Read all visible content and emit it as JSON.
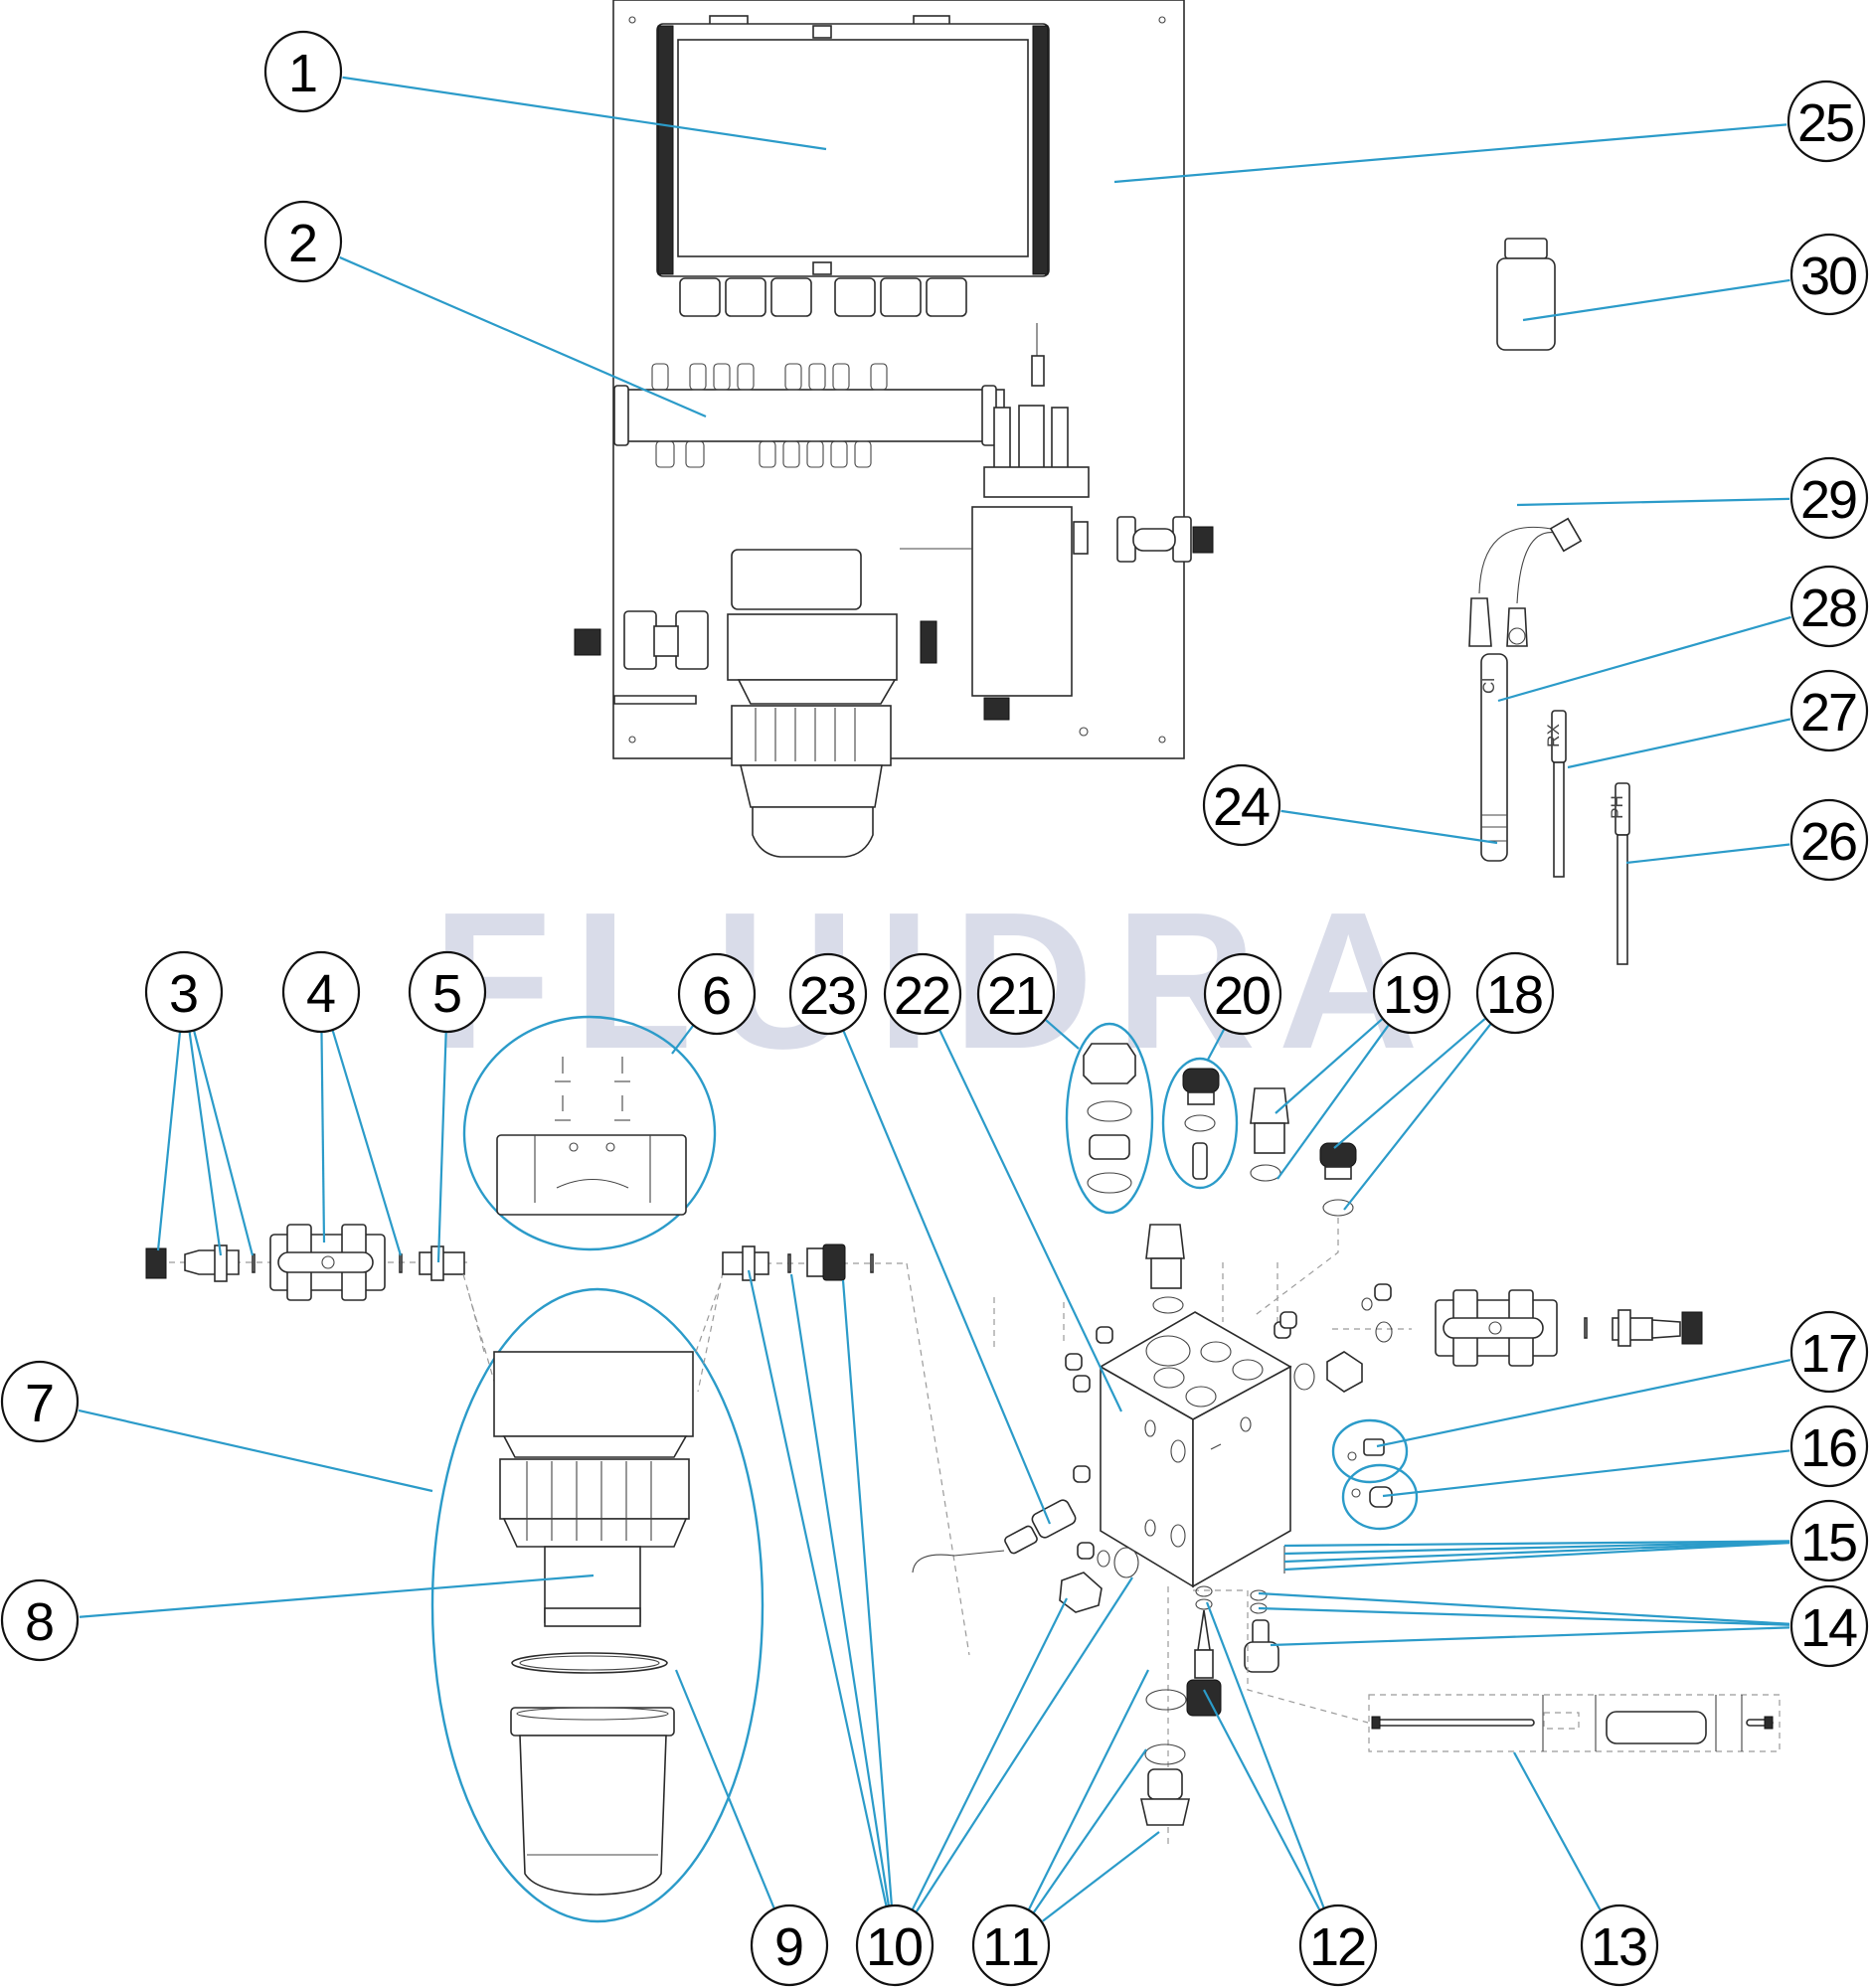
{
  "diagram": {
    "title": "Exploded parts diagram — chlorine / pH / redox control panel",
    "watermark": "FLUIDRA",
    "colors": {
      "leader": "#2b9bc9",
      "watermark": "#d9dce9",
      "line_art": "#2b2b2b"
    },
    "probe_labels": {
      "chlorine": "Cl",
      "redox": "RX",
      "ph": "PH"
    },
    "callouts": [
      {
        "id": "1",
        "label": "1",
        "part": "controller-enclosure"
      },
      {
        "id": "2",
        "label": "2",
        "part": "manifold-bar"
      },
      {
        "id": "3",
        "label": "3",
        "part": "hose-connector-set"
      },
      {
        "id": "4",
        "label": "4",
        "part": "ball-valve"
      },
      {
        "id": "5",
        "label": "5",
        "part": "threaded-adapter"
      },
      {
        "id": "6",
        "label": "6",
        "part": "wall-bracket-kit"
      },
      {
        "id": "7",
        "label": "7",
        "part": "filter-assembly"
      },
      {
        "id": "8",
        "label": "8",
        "part": "filter-head"
      },
      {
        "id": "9",
        "label": "9",
        "part": "filter-o-ring"
      },
      {
        "id": "10",
        "label": "10",
        "part": "fittings-set"
      },
      {
        "id": "11",
        "label": "11",
        "part": "drain-plug-set"
      },
      {
        "id": "12",
        "label": "12",
        "part": "needle-valve"
      },
      {
        "id": "13",
        "label": "13",
        "part": "flow-sensor-kit"
      },
      {
        "id": "14",
        "label": "14",
        "part": "sample-tap-set"
      },
      {
        "id": "15",
        "label": "15",
        "part": "screws-set"
      },
      {
        "id": "16",
        "label": "16",
        "part": "plug-fitting"
      },
      {
        "id": "17",
        "label": "17",
        "part": "elbow-fitting"
      },
      {
        "id": "18",
        "label": "18",
        "part": "cap-with-o-ring"
      },
      {
        "id": "19",
        "label": "19",
        "part": "probe-holder-nut"
      },
      {
        "id": "20",
        "label": "20",
        "part": "cap-insert-set"
      },
      {
        "id": "21",
        "label": "21",
        "part": "gland-set"
      },
      {
        "id": "22",
        "label": "22",
        "part": "probe-holder-block"
      },
      {
        "id": "23",
        "label": "23",
        "part": "flow-switch"
      },
      {
        "id": "24",
        "label": "24",
        "part": "chlorine-probe-body"
      },
      {
        "id": "25",
        "label": "25",
        "part": "back-panel"
      },
      {
        "id": "26",
        "label": "26",
        "part": "ph-probe"
      },
      {
        "id": "27",
        "label": "27",
        "part": "redox-probe"
      },
      {
        "id": "28",
        "label": "28",
        "part": "chlorine-probe"
      },
      {
        "id": "29",
        "label": "29",
        "part": "probe-cable"
      },
      {
        "id": "30",
        "label": "30",
        "part": "calibration-solution-bottle"
      }
    ]
  }
}
